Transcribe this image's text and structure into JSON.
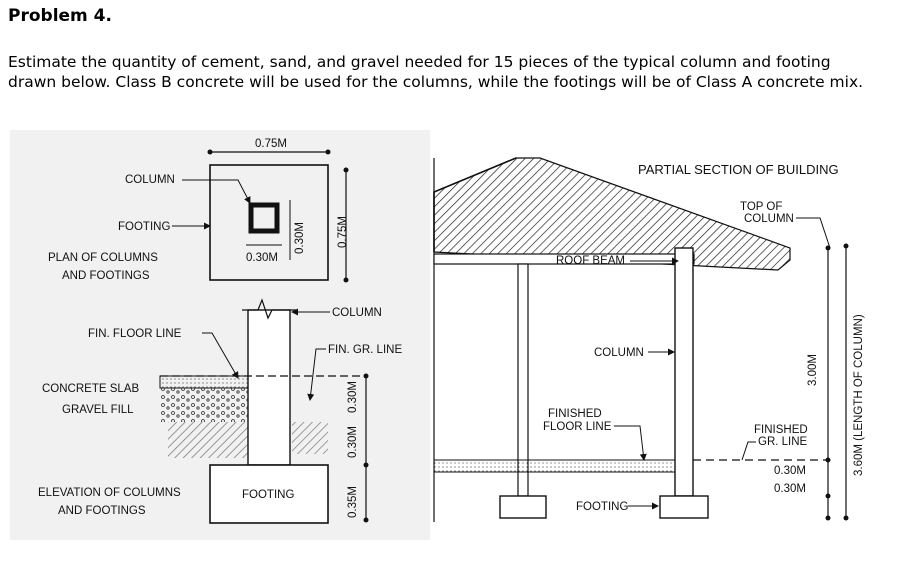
{
  "problem": {
    "title": "Problem 4.",
    "text_line1": "Estimate the quantity of cement, sand, and gravel needed for 15 pieces of the typical column and footing",
    "text_line2": "drawn below. Class B concrete will be used for the columns, while the footings will be of Class A concrete mix."
  },
  "plan": {
    "dim_top": "0.75M",
    "column_label": "COLUMN",
    "footing_label": "FOOTING",
    "dim_col_v": "0.30M",
    "dim_col_h": "0.30M",
    "dim_side": "0.75M",
    "caption_line1": "PLAN OF COLUMNS",
    "caption_line2": "AND FOOTINGS"
  },
  "elevation": {
    "column_label": "COLUMN",
    "fin_floor_line": "FIN. FLOOR LINE",
    "fin_gr_line": "FIN. GR. LINE",
    "concrete_slab": "CONCRETE SLAB",
    "gravel_fill": "GRAVEL FILL",
    "dim_030a": "0.30M",
    "dim_030b": "0.30M",
    "dim_035": "0.35M",
    "footing_label": "FOOTING",
    "caption_line1": "ELEVATION OF COLUMNS",
    "caption_line2": "AND FOOTINGS"
  },
  "section": {
    "title": "PARTIAL SECTION OF BUILDING",
    "top_of_column_1": "TOP  OF",
    "top_of_column_2": "COLUMN",
    "roof_beam": "ROOF BEAM",
    "column_label": "COLUMN",
    "finished_floor_1": "FINISHED",
    "finished_floor_2": "FLOOR LINE",
    "finished_gr_1": "FINISHED",
    "finished_gr_2": "GR. LINE",
    "dim_300": "3.00M",
    "dim_030a": "0.30M",
    "dim_030b": "0.30M",
    "dim_total": "3.60M (LENGTH OF COLUMN)",
    "footing_label": "FOOTING"
  }
}
